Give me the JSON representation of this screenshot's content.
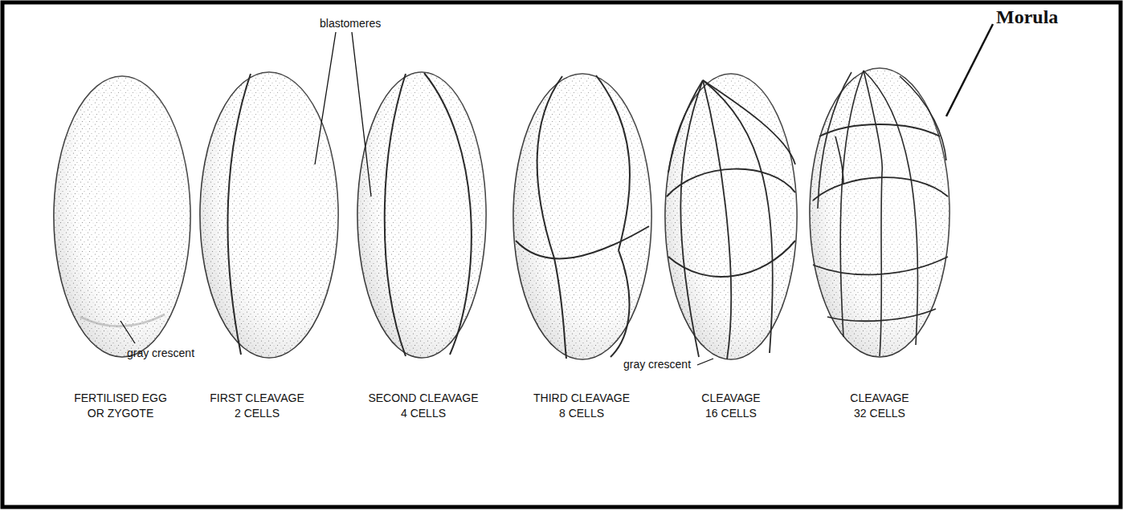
{
  "diagram": {
    "labels": [
      "blastomeres",
      "Morula",
      "gray crescent",
      "gray crescent",
      "FERTILISED EGG OR ZYGOTE",
      "FIRST CLEAVAGE 2 CELLS",
      "SECOND CLEAVAGE 4 CELLS",
      "THIRD CLEAVAGE 8 CELLS",
      "CLEAVAGE 16 CELLS",
      "CLEAVAGE 32 CELLS"
    ]
  }
}
